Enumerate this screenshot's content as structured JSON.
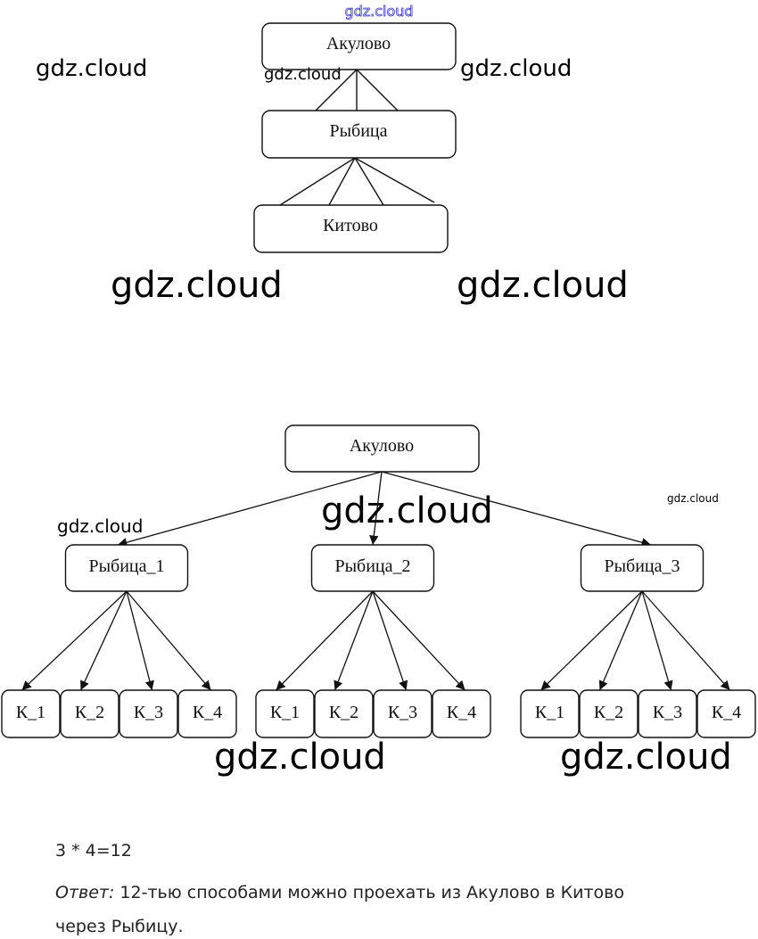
{
  "diagram1": {
    "root": "Акулово",
    "middle": "Рыбица",
    "leaf": "Китово",
    "edges_root_to_middle": 3,
    "edges_middle_to_leaf": 4
  },
  "diagram2": {
    "root": "Акулово",
    "branches": [
      {
        "label": "Рыбица_1",
        "children": [
          "К_1",
          "К_2",
          "К_3",
          "К_4"
        ]
      },
      {
        "label": "Рыбица_2",
        "children": [
          "К_1",
          "К_2",
          "К_3",
          "К_4"
        ]
      },
      {
        "label": "Рыбица_3",
        "children": [
          "К_1",
          "К_2",
          "К_3",
          "К_4"
        ]
      }
    ]
  },
  "solution": {
    "equation": "3 * 4=12",
    "answer_label": "Ответ:",
    "answer_text": " 12-тью способами можно проехать из Акулово в Китово",
    "answer_text_line2": "через Рыбицу."
  },
  "watermarks": {
    "text": "gdz.cloud",
    "color_blue": "#3b3bd0"
  }
}
